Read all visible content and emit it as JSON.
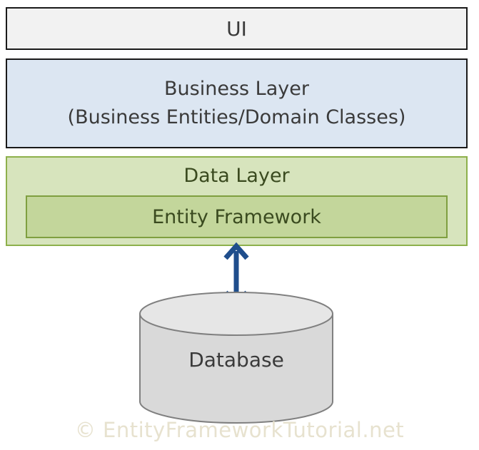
{
  "layers": {
    "ui": "UI",
    "business": {
      "line1": "Business Layer",
      "line2": "(Business Entities/Domain Classes)"
    },
    "data": {
      "title": "Data Layer",
      "inner": "Entity Framework"
    }
  },
  "database": {
    "label": "Database"
  },
  "watermark": "© EntityFrameworkTutorial.net",
  "colors": {
    "ui_fill": "#f2f2f2",
    "business_fill": "#dce6f2",
    "data_fill": "#d7e4bd",
    "ef_fill": "#c3d69b",
    "arrow": "#1f4e8c",
    "database_fill": "#d9d9d9"
  },
  "icons": {
    "arrow": "double-headed-vertical-arrow",
    "database": "cylinder"
  }
}
